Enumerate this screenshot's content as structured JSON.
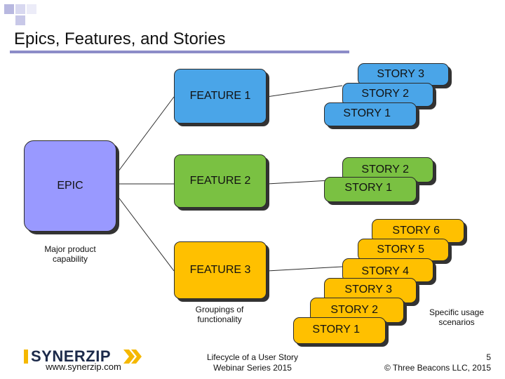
{
  "slide": {
    "title": "Epics, Features, and Stories"
  },
  "epic": {
    "label": "EPIC",
    "caption": "Major product capability"
  },
  "features": [
    {
      "label": "FEATURE 1"
    },
    {
      "label": "FEATURE 2"
    },
    {
      "label": "FEATURE 3"
    }
  ],
  "feature_caption": "Groupings of functionality",
  "stories": {
    "feature1": [
      "STORY 3",
      "STORY 2",
      "STORY 1"
    ],
    "feature2": [
      "STORY 2",
      "STORY 1"
    ],
    "feature3": [
      "STORY 6",
      "STORY 5",
      "STORY 4",
      "STORY 3",
      "STORY 2",
      "STORY 1"
    ]
  },
  "story_caption": "Specific usage scenarios",
  "footer": {
    "logo_text": "SYNERZIP",
    "website": "www.synerzip.com",
    "center_line1": "Lifecycle of a User Story",
    "center_line2": "Webinar Series 2015",
    "page_number": "5",
    "copyright": "© Three Beacons LLC, 2015"
  },
  "colors": {
    "feature1": "#4aa5e8",
    "feature2": "#7ac142",
    "feature3": "#ffc000",
    "epic": "#9999ff",
    "accent_bar": "#8c8cc8",
    "logo_chevrons": "#f5b800"
  }
}
